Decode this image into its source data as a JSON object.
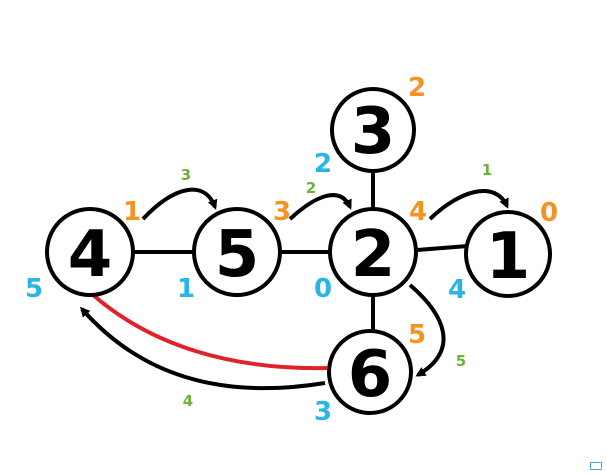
{
  "colors": {
    "disc": "#f39323",
    "low": "#29b5e8",
    "step": "#6cb33e",
    "back_edge": "#e0232b",
    "edge": "#000000"
  },
  "nodes": [
    {
      "id": "4",
      "label": "4",
      "disc": "1",
      "low": "5"
    },
    {
      "id": "5",
      "label": "5",
      "disc": "3",
      "low": "1"
    },
    {
      "id": "2",
      "label": "2",
      "disc": "4",
      "low": "0"
    },
    {
      "id": "3",
      "label": "3",
      "disc": "2",
      "low": "2"
    },
    {
      "id": "1",
      "label": "1",
      "disc": "0",
      "low": "4"
    },
    {
      "id": "6",
      "label": "6",
      "disc": "5",
      "low": "3"
    }
  ],
  "edges": [
    {
      "from": "4",
      "to": "5"
    },
    {
      "from": "5",
      "to": "2"
    },
    {
      "from": "2",
      "to": "3"
    },
    {
      "from": "2",
      "to": "1"
    },
    {
      "from": "2",
      "to": "6"
    }
  ],
  "traversal_steps": [
    {
      "from": "4",
      "to": "5",
      "step": "3"
    },
    {
      "from": "5",
      "to": "2",
      "step": "2"
    },
    {
      "from": "2",
      "to": "1",
      "step": "1"
    },
    {
      "from": "2",
      "to": "6",
      "step": "5"
    },
    {
      "from": "6",
      "to": "4",
      "step": "4"
    }
  ],
  "back_edge": {
    "from": "6",
    "to": "4"
  }
}
